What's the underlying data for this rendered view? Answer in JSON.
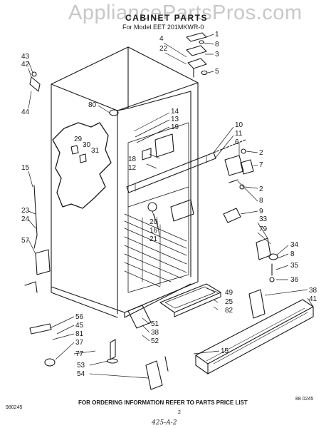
{
  "watermark": "AppliancePartsPros.com",
  "title": "CABINET PARTS",
  "subtitle": "For Model EET 201MKWR-0",
  "footer_note": "FOR ORDERING INFORMATION REFER TO PARTS PRICE LIST",
  "code_left": "980245",
  "code_right": "88 0245",
  "page_number": "2",
  "handwritten_note": "425-A-2",
  "callouts": [
    "1",
    "8",
    "3",
    "5",
    "4",
    "22",
    "43",
    "42",
    "44",
    "80",
    "14",
    "13",
    "19",
    "10",
    "11",
    "6",
    "2",
    "7",
    "2",
    "8",
    "9",
    "29",
    "30",
    "31",
    "18",
    "12",
    "15",
    "23",
    "24",
    "20",
    "16",
    "21",
    "33",
    "79",
    "34",
    "8",
    "35",
    "36",
    "57",
    "38",
    "41",
    "49",
    "25",
    "82",
    "56",
    "45",
    "81",
    "37",
    "77",
    "51",
    "38",
    "52",
    "15",
    "53",
    "54"
  ]
}
